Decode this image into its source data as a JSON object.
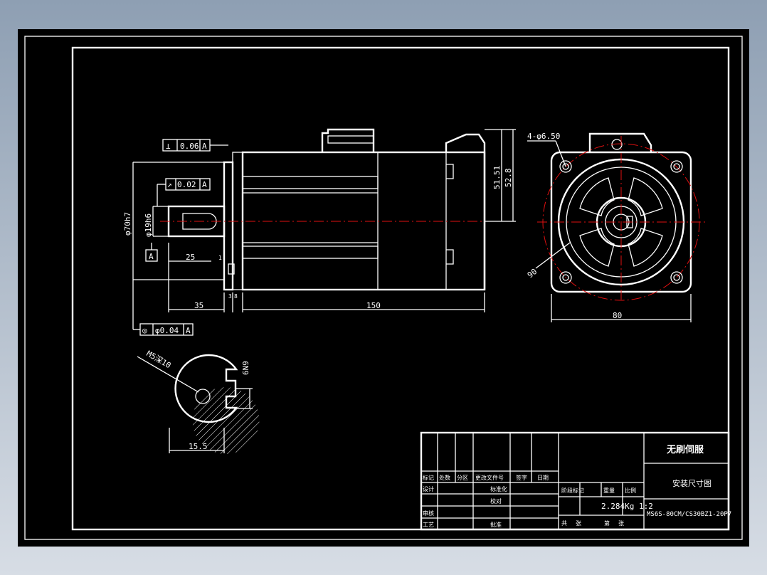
{
  "dimensions": {
    "overall_length": "150",
    "shaft_length": "35",
    "key_length": "25",
    "flange_thickness": "8",
    "shoulder": "3",
    "step": "1",
    "height_1": "51.51",
    "height_2": "52.8",
    "flange_width": "80",
    "pitch_circle": "90",
    "holes": "4-φ6.50",
    "pilot_dia": "φ70h7",
    "shaft_dia": "φ19h6",
    "section_thread": "M5深10",
    "section_key_width": "6N9",
    "section_depth": "15.5"
  },
  "tolerances": {
    "perpendicularity": {
      "symbol": "⊥",
      "value": "0.06",
      "datum": "A"
    },
    "runout": {
      "symbol": "↗",
      "value": "0.02",
      "datum": "A"
    },
    "concentricity": {
      "symbol": "◎",
      "value": "φ0.04",
      "datum": "A"
    },
    "datum_label": "A"
  },
  "title_block": {
    "title": "无刷伺服",
    "subtitle": "安装尺寸图",
    "drawing_no": "MS6S-80CM/CS30BZ1-20P7",
    "mass_scale": "2.284Kg 1:2",
    "row_headers": [
      "标记",
      "处数",
      "分区",
      "更改文件号",
      "签字",
      "日期"
    ],
    "left_labels": [
      "设计",
      "审核",
      "工艺"
    ],
    "middle_labels": [
      "标准化",
      "校对",
      "批准"
    ],
    "right_headers": [
      "阶段标记",
      "重量",
      "比例"
    ],
    "bottom_labels": [
      "共",
      "张",
      "第",
      "张"
    ]
  }
}
